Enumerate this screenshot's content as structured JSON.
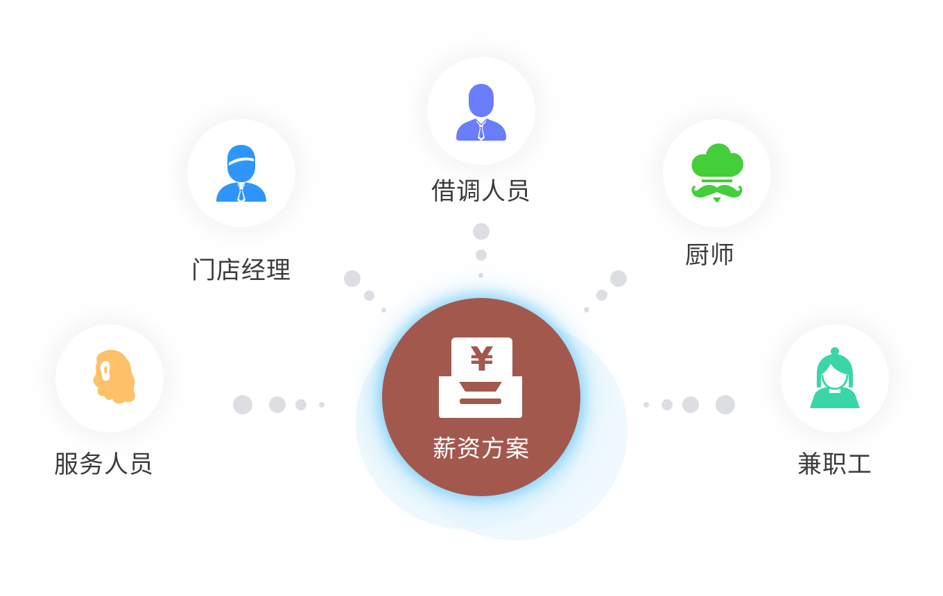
{
  "center": {
    "label": "薪资方案",
    "color": "#a3584e",
    "icon": "yuan-tray-icon"
  },
  "nodes": [
    {
      "key": "waiter",
      "label": "服务人员",
      "icon": "curly-hair-woman-icon",
      "color": "#ffc06a"
    },
    {
      "key": "manager",
      "label": "门店经理",
      "icon": "manager-icon",
      "color": "#2e96fa"
    },
    {
      "key": "secondee",
      "label": "借调人员",
      "icon": "businessman-icon",
      "color": "#6a7dfa"
    },
    {
      "key": "chef",
      "label": "厨师",
      "icon": "chef-hat-mustache-icon",
      "color": "#43ce3a"
    },
    {
      "key": "parttime",
      "label": "兼职工",
      "icon": "bun-hair-woman-icon",
      "color": "#3ad6a8"
    }
  ]
}
